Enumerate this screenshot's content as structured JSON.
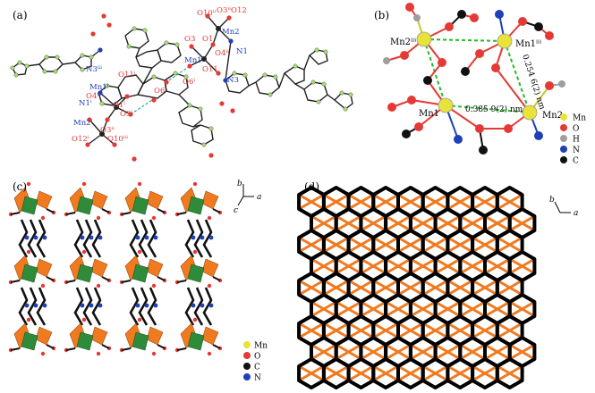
{
  "panels": {
    "a": {
      "label": "(a)",
      "atom_labels": [
        {
          "text": "O10ⁱⁱ",
          "cls": "o"
        },
        {
          "text": "O3ⁱⁱ",
          "cls": "o"
        },
        {
          "text": "O12",
          "cls": "o"
        },
        {
          "text": "Mn2",
          "cls": "mn"
        },
        {
          "text": "O3",
          "cls": "o"
        },
        {
          "text": "O1",
          "cls": "o"
        },
        {
          "text": "N1",
          "cls": "n"
        },
        {
          "text": "Mn1",
          "cls": "mn"
        },
        {
          "text": "O4ⁱⁱ",
          "cls": "o"
        },
        {
          "text": "N3ⁱⁱⁱ",
          "cls": "n"
        },
        {
          "text": "O11ⁱ",
          "cls": "o"
        },
        {
          "text": "O6",
          "cls": "o"
        },
        {
          "text": "O6ⁱ",
          "cls": "o"
        },
        {
          "text": "O11",
          "cls": "o"
        },
        {
          "text": "N3",
          "cls": "n"
        },
        {
          "text": "Mn1ⁱ",
          "cls": "mn"
        },
        {
          "text": "O4ⁱ",
          "cls": "o"
        },
        {
          "text": "O1ⁱ",
          "cls": "o"
        },
        {
          "text": "O3ⁱ",
          "cls": "o"
        },
        {
          "text": "N1ⁱ",
          "cls": "n"
        },
        {
          "text": "Mn2ⁱ",
          "cls": "mn"
        },
        {
          "text": "O3ⁱⁱ",
          "cls": "o"
        },
        {
          "text": "O12ⁱ",
          "cls": "o"
        },
        {
          "text": "O10ⁱⁱⁱ",
          "cls": "o"
        }
      ]
    },
    "b": {
      "label": "(b)",
      "atom_labels": [
        "Mn2ⁱⁱⁱ",
        "Mn1ⁱⁱⁱ",
        "Mn1",
        "Mn2"
      ],
      "distances": [
        "0.254 6(2) nm",
        "0.385 9(2) nm"
      ],
      "legend": [
        {
          "label": "Mn",
          "color": "#e8e23a"
        },
        {
          "label": "O",
          "color": "#e53935"
        },
        {
          "label": "H",
          "color": "#9e9e9e"
        },
        {
          "label": "N",
          "color": "#1e40b8"
        },
        {
          "label": "C",
          "color": "#111111"
        }
      ]
    },
    "c": {
      "label": "(c)",
      "axes": {
        "b": "b",
        "a": "a",
        "c": "c"
      },
      "legend": [
        {
          "label": "Mn",
          "color": "#e8e23a"
        },
        {
          "label": "O",
          "color": "#e53935"
        },
        {
          "label": "C",
          "color": "#111111"
        },
        {
          "label": "N",
          "color": "#1e40b8"
        }
      ]
    },
    "d": {
      "label": "(d)",
      "axes": {
        "b": "b",
        "a": "a"
      }
    }
  },
  "colors": {
    "mn": "#e8e23a",
    "oxygen": "#e53935",
    "nitrogen": "#1e40b8",
    "carbon": "#111111",
    "hydrogen": "#9e9e9e",
    "bond_green": "#22bb22",
    "hydrogen_atom": "#a6e070",
    "orange": "#f07a20",
    "green_poly": "#2e8b3a",
    "label_red": "#e53935",
    "label_blue": "#1e40b8"
  }
}
